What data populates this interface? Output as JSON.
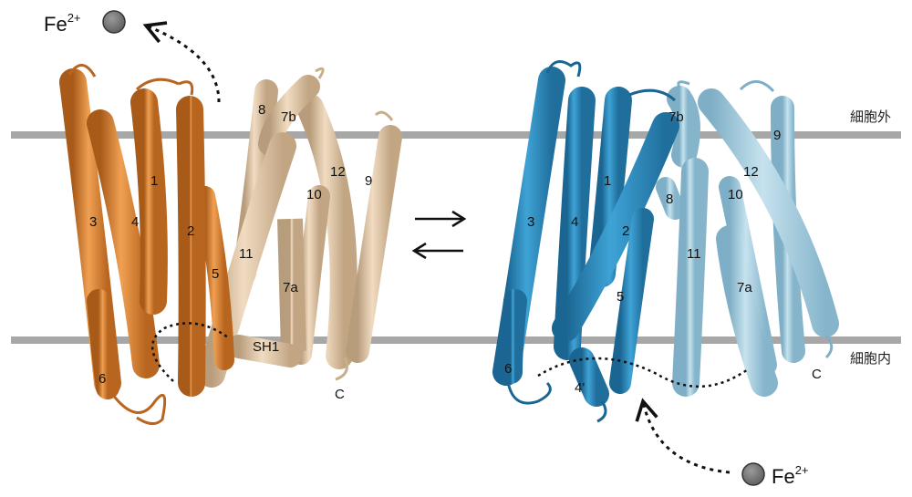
{
  "membrane": {
    "outside_label": "細胞外",
    "inside_label": "細胞内"
  },
  "ions": {
    "outward_label": "Fe",
    "outward_charge": "2+",
    "inward_label": "Fe",
    "inward_charge": "2+"
  },
  "left_structure": {
    "helix_labels": [
      "1",
      "2",
      "3",
      "4",
      "5",
      "6",
      "7a",
      "7b",
      "8",
      "9",
      "10",
      "11",
      "12",
      "SH1",
      "C"
    ]
  },
  "right_structure": {
    "helix_labels": [
      "1",
      "2",
      "3",
      "4",
      "4'",
      "5",
      "6",
      "7a",
      "7b",
      "8",
      "9",
      "10",
      "11",
      "12",
      "C"
    ]
  },
  "colors": {
    "left_n_domain": "#e28a38",
    "left_c_domain": "#e3c9a8",
    "right_n_domain": "#2e8bbf",
    "right_c_domain": "#9fcbe0",
    "membrane": "#a7a7a7",
    "ion": "#7a7a7a"
  }
}
